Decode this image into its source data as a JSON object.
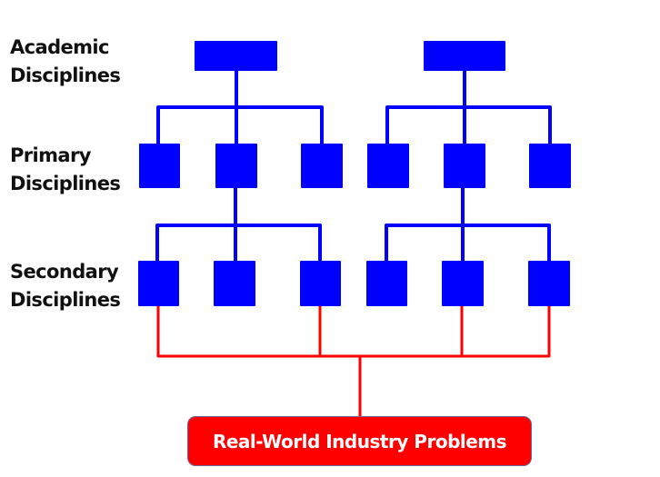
{
  "levels": [
    {
      "line1": "Academic",
      "line2": "Disciplines"
    },
    {
      "line1": "Primary",
      "line2": "Disciplines"
    },
    {
      "line1": "Secondary",
      "line2": "Disciplines"
    }
  ],
  "problem_box": {
    "label": "Real-World Industry Problems"
  },
  "colors": {
    "hierarchy": "#0000ff",
    "problem": "#ff0000",
    "text": "#111111"
  },
  "structure": {
    "academic_nodes": 2,
    "primary_nodes_per_academic": 3,
    "secondary_nodes_per_group": 3,
    "secondary_nodes_linked_to_problem": [
      1,
      3,
      5,
      6
    ]
  }
}
